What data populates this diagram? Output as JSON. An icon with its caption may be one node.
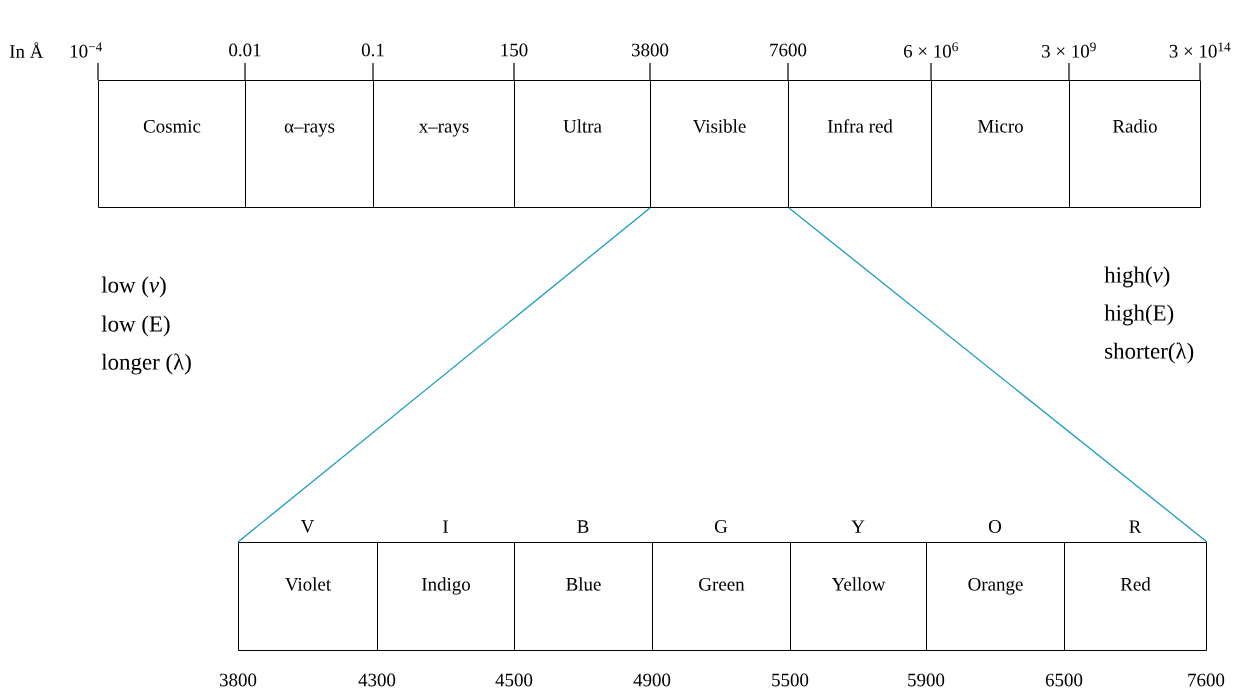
{
  "diagram": {
    "nodes": [
      {
        "text": [
          "Cosmic"
        ]
      },
      {
        "text": [
          "α–rays"
        ]
      },
      {
        "text": [
          "x–rays"
        ]
      },
      {
        "text": [
          "Ultra"
        ]
      },
      {
        "text": [
          "Visible"
        ]
      },
      {
        "text": [
          "Infra red"
        ]
      },
      {
        "text": [
          "Micro"
        ]
      },
      {
        "text": [
          "Radio"
        ]
      },
      {
        "text": [
          "Violet"
        ],
        "beside": [
          "V"
        ]
      },
      {
        "text": [
          "Indigo"
        ],
        "beside": [
          "I"
        ]
      },
      {
        "text": [
          "Blue"
        ],
        "beside": [
          "B"
        ]
      },
      {
        "text": [
          "Green"
        ],
        "beside": [
          "G"
        ]
      },
      {
        "text": [
          "Yellow"
        ],
        "beside": [
          "Y"
        ]
      },
      {
        "text": [
          "Orange"
        ],
        "beside": [
          "O"
        ]
      },
      {
        "text": [
          "Red"
        ],
        "beside": [
          "R"
        ]
      }
    ],
    "edges": [
      {
        "from": 4,
        "to": 8,
        "arrow": "none",
        "color": "#1a9cc0"
      },
      {
        "from": 4,
        "to": 14,
        "arrow": "none",
        "color": "#1a9cc0"
      }
    ],
    "labels": [
      "In Å",
      "10$^{−4}$",
      "0.01",
      "0.1",
      "150",
      "3800",
      "7600",
      "6 × 10$^{6}$",
      "3 × 10$^{9}$",
      "3 × 10$^{14}$",
      "low (*v*)",
      "low (E)",
      "longer (λ)",
      "high(*v*)",
      "high(E)",
      "shorter(λ)",
      "3800",
      "4300",
      "4500",
      "4900",
      "5500",
      "5900",
      "6500",
      "7600"
    ]
  }
}
